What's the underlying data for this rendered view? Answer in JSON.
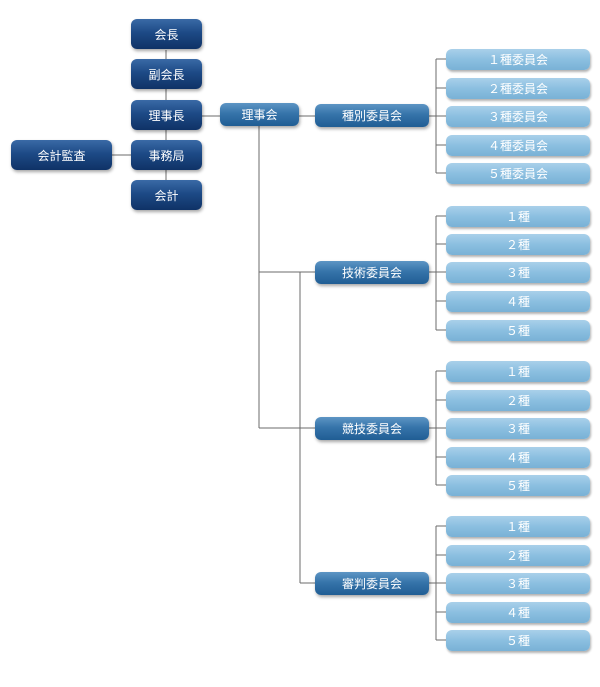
{
  "executives": {
    "chairman": "会長",
    "vice_chairman": "副会長",
    "director_chief": "理事長",
    "secretariat": "事務局",
    "accountant": "会計",
    "auditor": "会計監査"
  },
  "board": "理事会",
  "committees": {
    "category": {
      "label": "種別委員会",
      "items": [
        "１種委員会",
        "２種委員会",
        "３種委員会",
        "４種委員会",
        "５種委員会"
      ]
    },
    "technical": {
      "label": "技術委員会",
      "items": [
        "１種",
        "２種",
        "３種",
        "４種",
        "５種"
      ]
    },
    "competition": {
      "label": "競技委員会",
      "items": [
        "１種",
        "２種",
        "３種",
        "４種",
        "５種"
      ]
    },
    "referee": {
      "label": "審判委員会",
      "items": [
        "１種",
        "２種",
        "３種",
        "４種",
        "５種"
      ]
    }
  },
  "colors": {
    "dark_node": "#1d4a86",
    "mid_node": "#3674aa",
    "light_node": "#8bbfe0",
    "connector": "#6b6b6b"
  }
}
